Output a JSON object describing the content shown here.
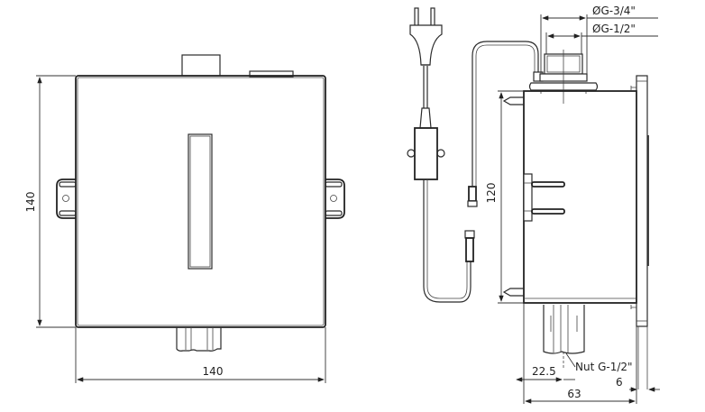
{
  "drawing": {
    "front_view": {
      "width_label": "140",
      "height_label": "140"
    },
    "side_view": {
      "height_label": "120",
      "outer_thread_label": "ØG-3/4\"",
      "inner_thread_label": "ØG-1/2\"",
      "nut_label": "Nut G-1/2\"",
      "offset_label": "22.5",
      "depth_label": "63",
      "plate_label": "6"
    },
    "icons": [
      "power-plug-icon",
      "power-adapter-icon",
      "cable-connector-icon"
    ]
  }
}
